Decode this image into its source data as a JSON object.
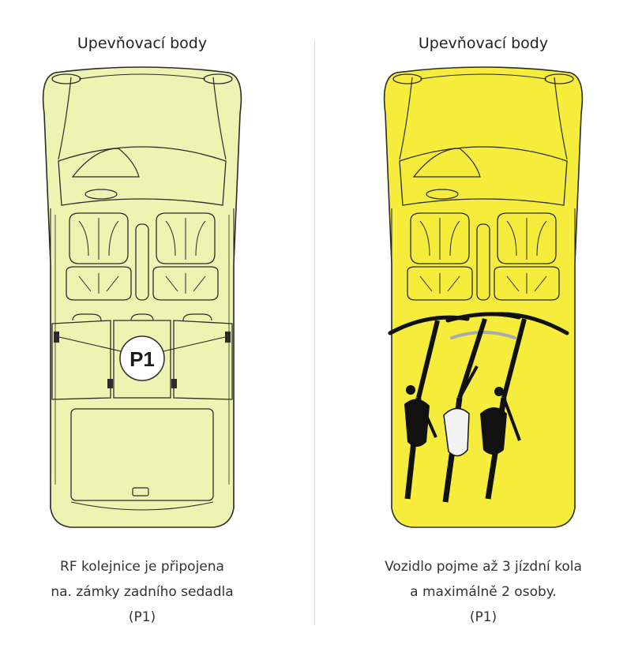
{
  "panels": [
    {
      "title": "Upevňovací body",
      "fill": "#edf3b0",
      "badge": "P1",
      "caption": [
        "RF kolejnice je připojena",
        "na. zámky zadního sedadla",
        "(P1)"
      ]
    },
    {
      "title": "Upevňovací body",
      "fill": "#f5ec3b",
      "caption": [
        "Vozidlo pojme až 3 jízdní kola",
        "a maximálně 2 osoby.",
        "(P1)"
      ]
    }
  ],
  "colors": {
    "outline": "#2b2b2b",
    "bike": "#111111",
    "saddle_alt": "#f2f2f2"
  }
}
